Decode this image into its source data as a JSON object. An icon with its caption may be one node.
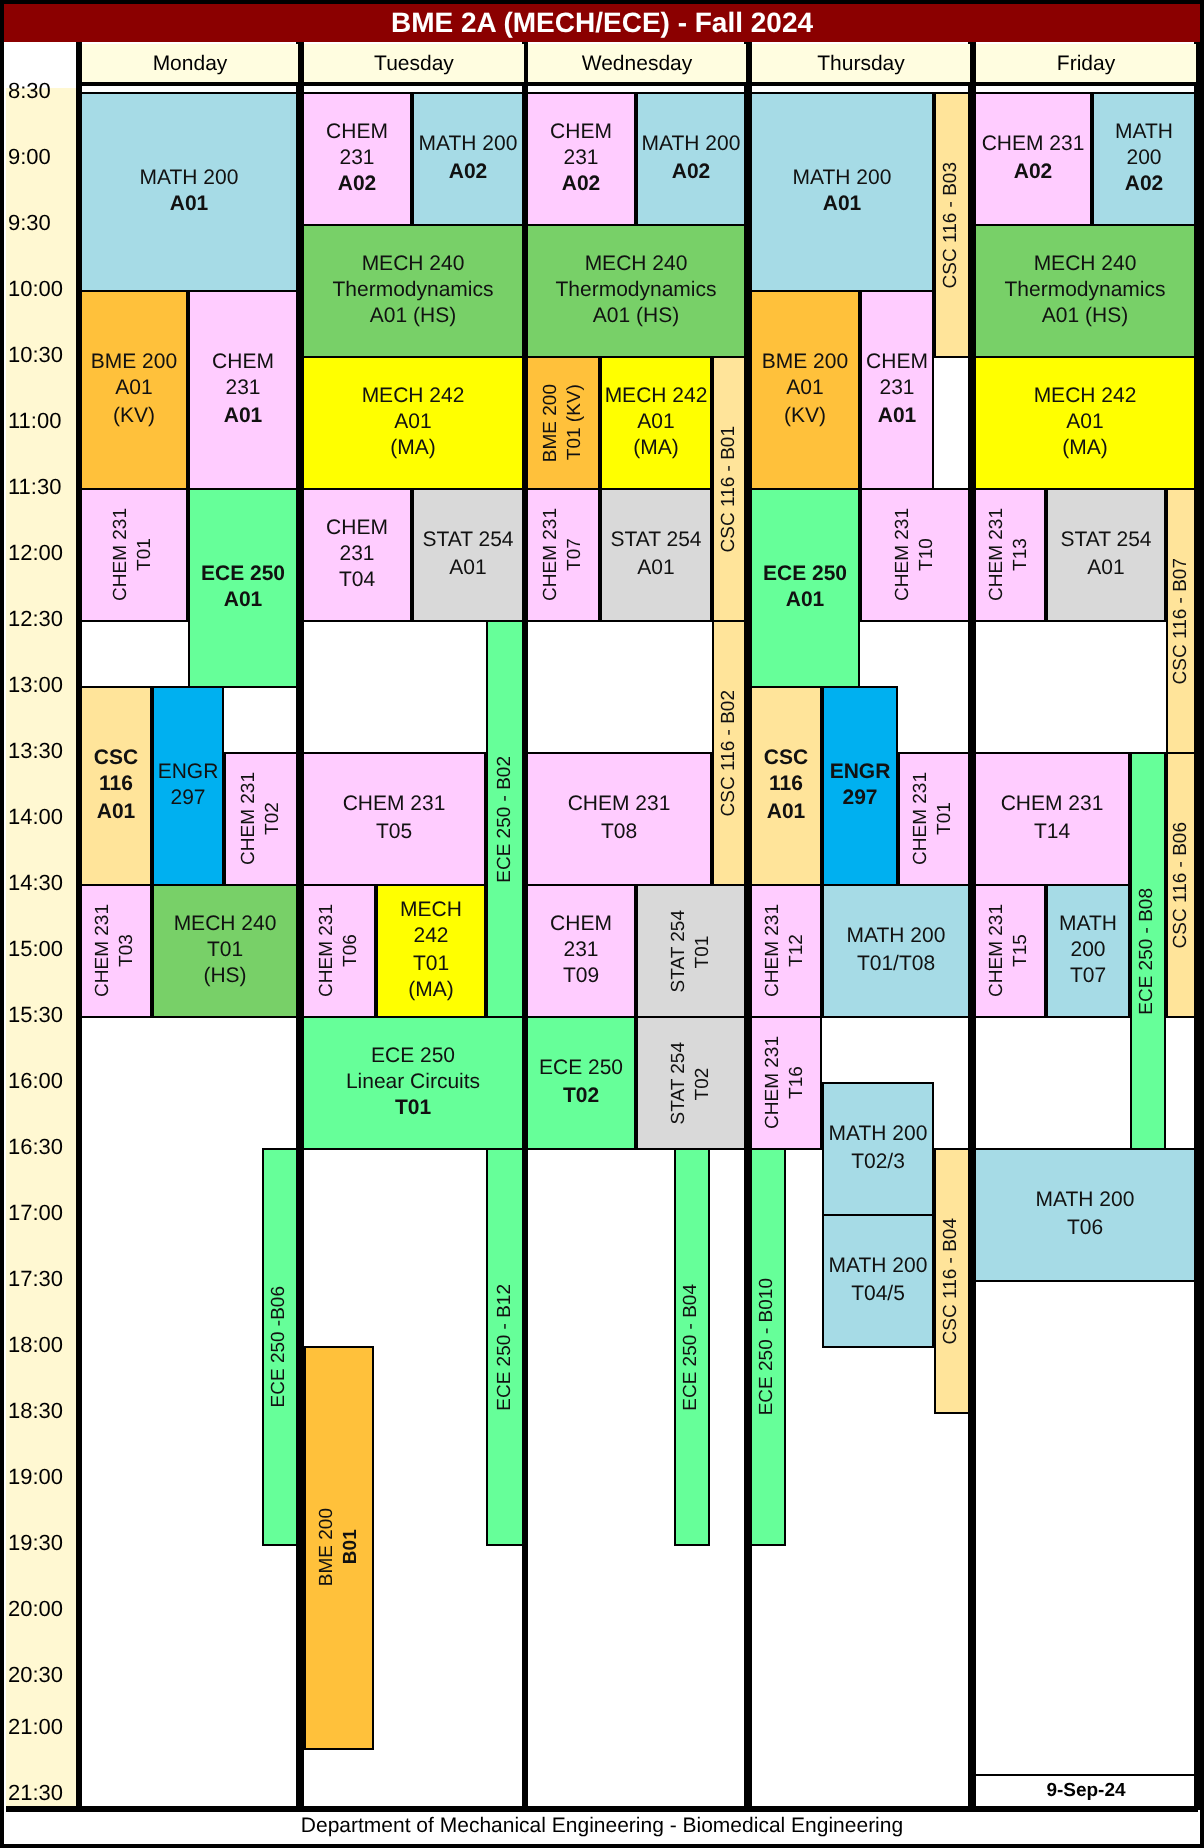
{
  "diagram": {
    "title": "BME 2A (MECH/ECE) - Fall 2024",
    "caption": "Department of Mechanical Engineering - Biomedical Engineering",
    "nodes": [
      {
        "text": [
          "MATH 200",
          "A01"
        ]
      },
      {
        "text": [
          "BME 200",
          "A01",
          "(KV)"
        ]
      },
      {
        "text": [
          "CHEM 231",
          "A01"
        ]
      },
      {
        "text": [
          "CHEM 231",
          "T01"
        ]
      },
      {
        "text": [
          "ECE 250",
          "A01"
        ]
      },
      {
        "text": [
          "CSC 116",
          "A01"
        ]
      },
      {
        "text": [
          "ENGR 297"
        ]
      },
      {
        "text": [
          "CHEM 231",
          "T02"
        ]
      },
      {
        "text": [
          "CHEM 231",
          "T03"
        ]
      },
      {
        "text": [
          "MECH 240",
          "T01",
          "(HS)"
        ]
      },
      {
        "text": [
          "ECE 250 -B06"
        ]
      },
      {
        "text": [
          "CHEM 231",
          "A02"
        ]
      },
      {
        "text": [
          "MATH 200",
          "A02"
        ]
      },
      {
        "text": [
          "MECH 240",
          "Thermodynamics",
          "A01 (HS)"
        ]
      },
      {
        "text": [
          "MECH 242",
          "A01",
          "(MA)"
        ]
      },
      {
        "text": [
          "CHEM 231",
          "T04"
        ]
      },
      {
        "text": [
          "STAT 254",
          "A01"
        ]
      },
      {
        "text": [
          "ECE 250 - B02"
        ]
      },
      {
        "text": [
          "CHEM 231",
          "T05"
        ]
      },
      {
        "text": [
          "CHEM 231",
          "T06"
        ]
      },
      {
        "text": [
          "MECH 242",
          "T01",
          "(MA)"
        ]
      },
      {
        "text": [
          "ECE 250",
          "Linear Circuits",
          "T01"
        ]
      },
      {
        "text": [
          "ECE 250 - B12"
        ]
      },
      {
        "text": [
          "BME 200",
          "B01"
        ]
      },
      {
        "text": [
          "CHEM 231",
          "A02"
        ]
      },
      {
        "text": [
          "MATH 200",
          "A02"
        ]
      },
      {
        "text": [
          "MECH 240",
          "Thermodynamics",
          "A01 (HS)"
        ]
      },
      {
        "text": [
          "BME 200",
          "T01 (KV)"
        ]
      },
      {
        "text": [
          "MECH 242",
          "A01",
          "(MA)"
        ]
      },
      {
        "text": [
          "CSC 116 - B01"
        ]
      },
      {
        "text": [
          "CHEM 231",
          "T07"
        ]
      },
      {
        "text": [
          "STAT 254",
          "A01"
        ]
      },
      {
        "text": [
          "CSC 116 - B02"
        ]
      },
      {
        "text": [
          "CHEM 231",
          "T08"
        ]
      },
      {
        "text": [
          "CHEM 231",
          "T09"
        ]
      },
      {
        "text": [
          "STAT 254",
          "T01"
        ]
      },
      {
        "text": [
          "ECE 250",
          "T02"
        ]
      },
      {
        "text": [
          "STAT 254",
          "T02"
        ]
      },
      {
        "text": [
          "ECE 250 - B04"
        ]
      },
      {
        "text": [
          "MATH 200",
          "A01"
        ]
      },
      {
        "text": [
          "CSC 116 - B03"
        ]
      },
      {
        "text": [
          "BME 200",
          "A01",
          "(KV)"
        ]
      },
      {
        "text": [
          "CHEM 231",
          "A01"
        ]
      },
      {
        "text": [
          "ECE 250",
          "A01"
        ]
      },
      {
        "text": [
          "CHEM 231",
          "T10"
        ]
      },
      {
        "text": [
          "CSC 116",
          "A01"
        ]
      },
      {
        "text": [
          "ENGR 297"
        ]
      },
      {
        "text": [
          "CHEM 231",
          "T01"
        ]
      },
      {
        "text": [
          "CHEM 231",
          "T12"
        ]
      },
      {
        "text": [
          "MATH 200",
          "T01/T08"
        ]
      },
      {
        "text": [
          "CHEM 231",
          "T16"
        ]
      },
      {
        "text": [
          "MATH 200",
          "T02/3"
        ]
      },
      {
        "text": [
          "ECE 250 - B010"
        ]
      },
      {
        "text": [
          "CSC 116 - B04"
        ]
      },
      {
        "text": [
          "MATH 200",
          "T04/5"
        ]
      },
      {
        "text": [
          "CHEM 231",
          "A02"
        ]
      },
      {
        "text": [
          "MATH 200",
          "A02"
        ]
      },
      {
        "text": [
          "MECH 240",
          "Thermodynamics",
          "A01 (HS)"
        ]
      },
      {
        "text": [
          "MECH 242",
          "A01",
          "(MA)"
        ]
      },
      {
        "text": [
          "CHEM 231",
          "T13"
        ]
      },
      {
        "text": [
          "STAT 254",
          "A01"
        ]
      },
      {
        "text": [
          "CSC 116 - B07"
        ]
      },
      {
        "text": [
          "CHEM 231",
          "T14"
        ]
      },
      {
        "text": [
          "ECE 250 - B08"
        ]
      },
      {
        "text": [
          "CSC 116 - B06"
        ]
      },
      {
        "text": [
          "CHEM 231",
          "T15"
        ]
      },
      {
        "text": [
          "MATH 200",
          "T07"
        ]
      },
      {
        "text": [
          "MATH 200",
          "T06"
        ]
      }
    ],
    "labels": [
      "Monday",
      "Tuesday",
      "Wednesday",
      "Thursday",
      "Friday",
      "8:30",
      "9:00",
      "9:30",
      "10:00",
      "10:30",
      "11:00",
      "11:30",
      "12:00",
      "12:30",
      "13:00",
      "13:30",
      "14:00",
      "14:30",
      "15:00",
      "15:30",
      "16:00",
      "16:30",
      "17:00",
      "17:30",
      "18:00",
      "18:30",
      "19:00",
      "19:30",
      "20:00",
      "20:30",
      "21:00",
      "21:30",
      "9-Sep-24"
    ]
  }
}
